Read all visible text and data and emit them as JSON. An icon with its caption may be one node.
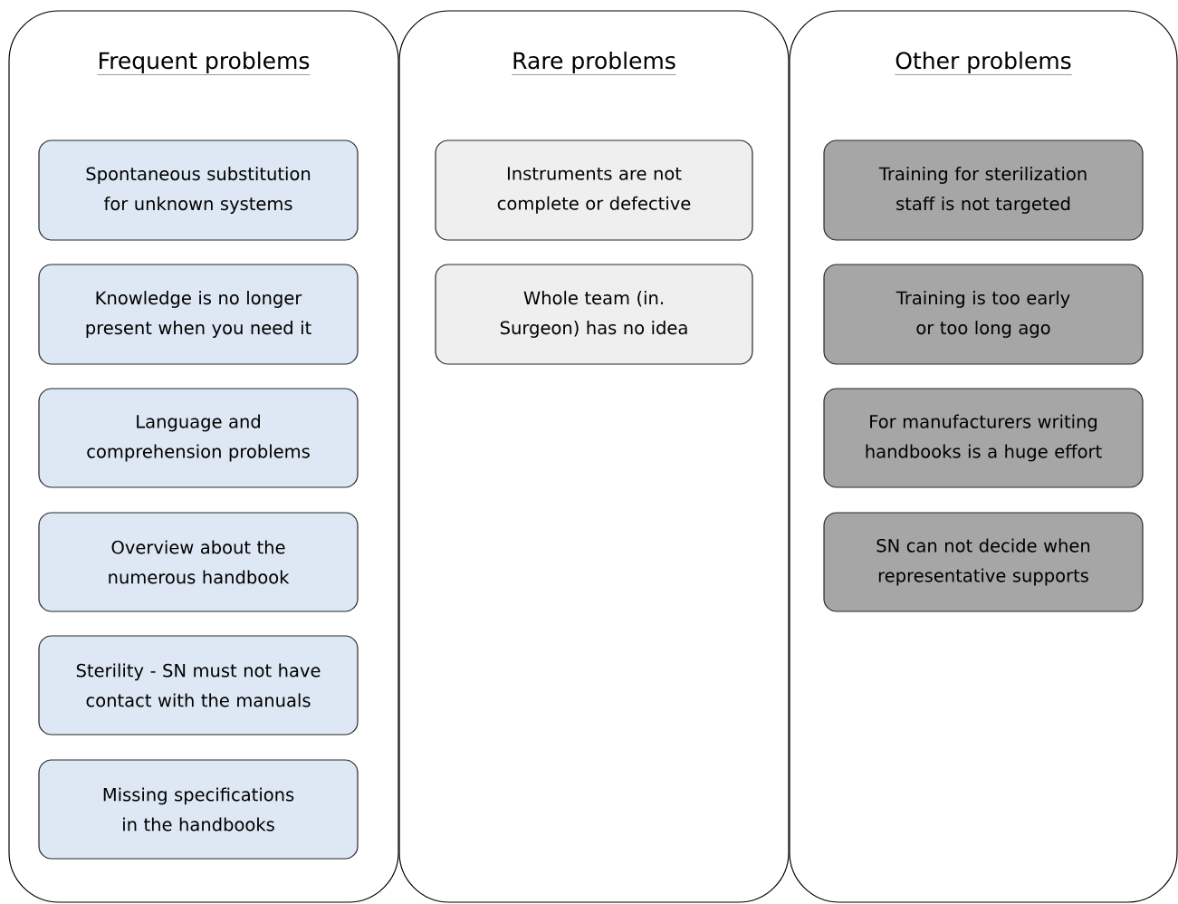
{
  "diagram": {
    "nodes": [
      {
        "text": [
          "Frequent problems"
        ]
      },
      {
        "text": [
          "Spontaneous substitution for unknown systems"
        ],
        "in": 0
      },
      {
        "text": [
          "Knowledge is no longer present when you need it"
        ],
        "in": 0
      },
      {
        "text": [
          "Language and comprehension problems"
        ],
        "in": 0
      },
      {
        "text": [
          "Overview about the numerous handbook"
        ],
        "in": 0
      },
      {
        "text": [
          "Sterility - SN must not have contact with the manuals"
        ],
        "in": 0
      },
      {
        "text": [
          "Missing specifications in the handbooks"
        ],
        "in": 0
      },
      {
        "text": [
          "Rare problems"
        ]
      },
      {
        "text": [
          "Instruments are not complete or defective"
        ],
        "in": 7
      },
      {
        "text": [
          "Whole team (in. Surgeon) has no idea"
        ],
        "in": 7
      },
      {
        "text": [
          "Other problems"
        ]
      },
      {
        "text": [
          "Training for sterilization staff is not targeted"
        ],
        "in": 10
      },
      {
        "text": [
          "Training is too early or too long ago"
        ],
        "in": 10
      },
      {
        "text": [
          "For manufacturers writing handbooks is a huge effort"
        ],
        "in": 10
      },
      {
        "text": [
          "SN can not decide when representative supports"
        ],
        "in": 10
      }
    ]
  }
}
